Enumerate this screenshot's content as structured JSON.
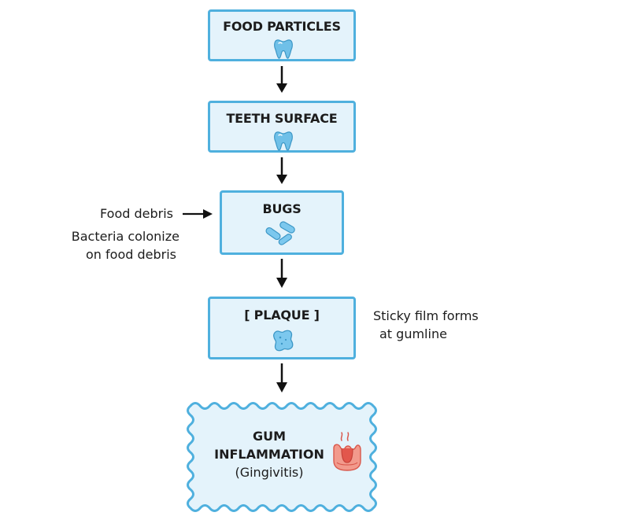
{
  "nodes": {
    "food_particles": "FOOD PARTICLES",
    "teeth_surface": "TEETH SURFACE",
    "bugs": "BUGS",
    "plaque": "[ PLAQUE ]",
    "gum_line1": "GUM",
    "gum_line2": "INFLAMMATION",
    "gum_sub": "(Gingivitis)"
  },
  "annotations": {
    "food_debris": "Food debris",
    "bacteria_line1": "Bacteria colonize",
    "bacteria_line2": "on food debris",
    "sticky_line1": "Sticky film forms",
    "sticky_line2": "at gumline"
  },
  "icons": [
    "tooth-icon",
    "tooth-icon",
    "bacteria-icon",
    "plaque-icon",
    "inflamed-gum-icon"
  ],
  "colors": {
    "box_fill": "#e4f3fb",
    "box_border": "#4fb0de",
    "arrow": "#111111",
    "gum_red": "#e2574c"
  }
}
